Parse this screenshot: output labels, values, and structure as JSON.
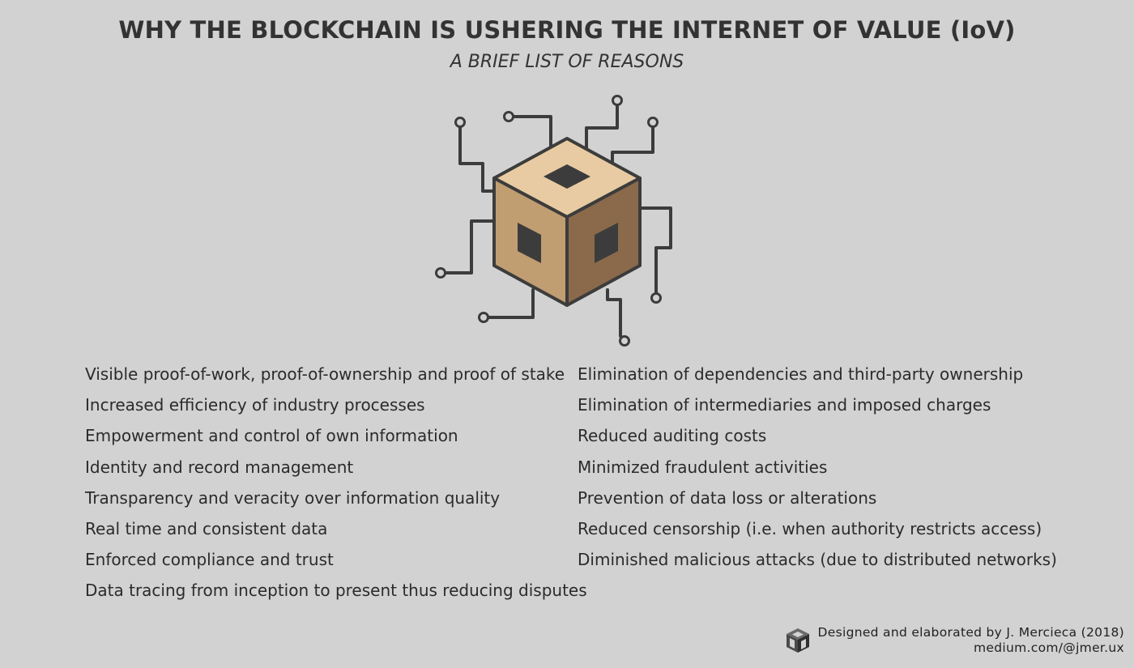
{
  "header": {
    "title": "WHY THE BLOCKCHAIN IS USHERING THE INTERNET OF VALUE (IoV)",
    "subtitle": "A BRIEF LIST OF REASONS"
  },
  "illustration": {
    "icon": "blockchain-cube-icon",
    "colors": {
      "top_face": "#e8cba2",
      "left_face": "#c19d72",
      "right_face": "#8a6a4b",
      "outline": "#3c3c3c"
    }
  },
  "reasons_left": [
    "Visible proof-of-work, proof-of-ownership and proof of stake",
    "Increased efficiency of industry processes",
    "Empowerment and control of own information",
    "Identity and record management",
    "Transparency and veracity over information quality",
    "Real time and consistent data",
    "Enforced compliance and trust",
    "Data tracing from inception to present thus reducing disputes"
  ],
  "reasons_right": [
    "Elimination of dependencies and third-party ownership",
    "Elimination of intermediaries and imposed charges",
    "Reduced auditing costs",
    "Minimized fraudulent activities",
    "Prevention of data loss or alterations",
    "Reduced censorship (i.e. when authority restricts access)",
    "Diminished malicious attacks (due to distributed networks)"
  ],
  "footer": {
    "credit": "Designed and elaborated by J. Mercieca (2018)",
    "link": "medium.com/@jmer.ux",
    "logo_icon": "jm-logo-icon"
  },
  "colors": {
    "background": "#d2d2d2",
    "text": "#2b2b2b"
  }
}
